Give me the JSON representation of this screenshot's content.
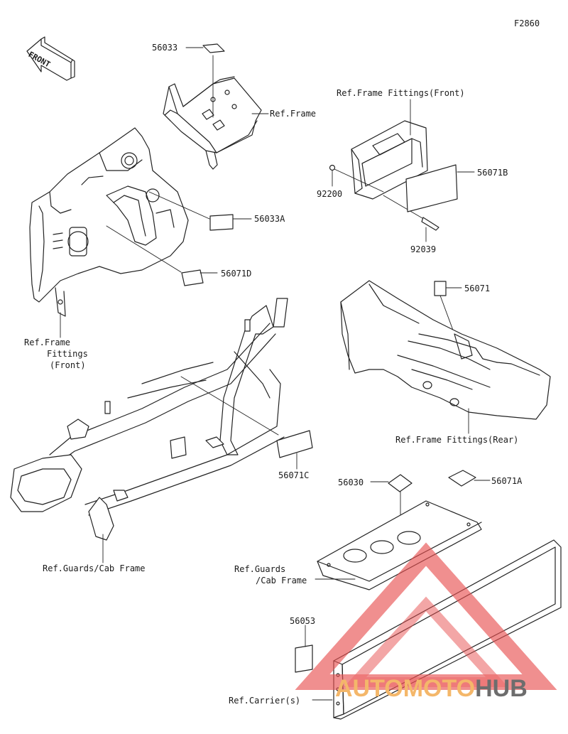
{
  "figure_code": "F2860",
  "front_arrow_text": "FRONT",
  "labels": {
    "p56033": "56033",
    "ref_frame": "Ref.Frame",
    "ref_ff_front_top": "Ref.Frame Fittings(Front)",
    "p56071B": "56071B",
    "p92200": "92200",
    "p92039": "92039",
    "p56033A": "56033A",
    "p56071D": "56071D",
    "p56071": "56071",
    "ref_ff_front_left_1": "Ref.Frame",
    "ref_ff_front_left_2": "Fittings",
    "ref_ff_front_left_3": "(Front)",
    "ref_ff_rear": "Ref.Frame Fittings(Rear)",
    "p56071C": "56071C",
    "p56030": "56030",
    "p56071A": "56071A",
    "ref_guards_left": "Ref.Guards/Cab Frame",
    "ref_guards_right_1": "Ref.Guards",
    "ref_guards_right_2": "/Cab Frame",
    "p56053": "56053",
    "ref_carrier": "Ref.Carrier(s)"
  },
  "watermark": {
    "part1": "AUTO",
    "part2": "MOTO",
    "part3": "HUB",
    "color_primary": "#f4b76a",
    "color_secondary": "#e8484a",
    "color_dark": "#6d6d6d"
  }
}
